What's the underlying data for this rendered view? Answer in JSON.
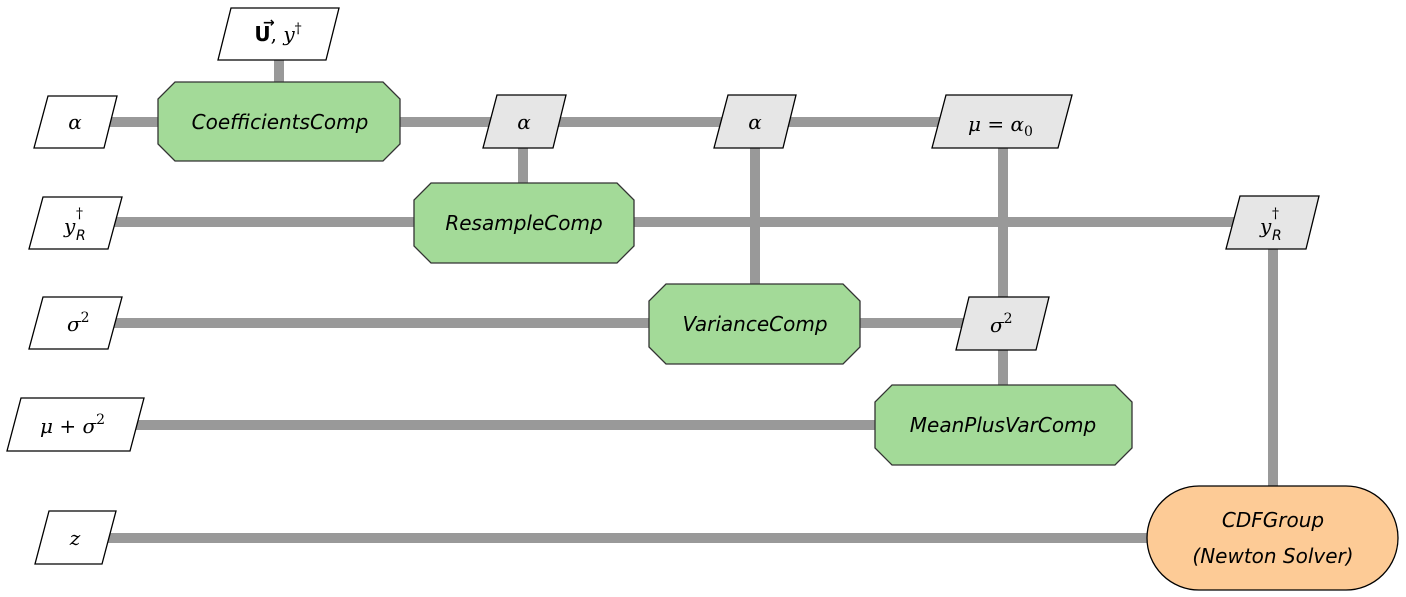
{
  "diagram": {
    "title": "",
    "colors": {
      "wire": "#999999",
      "input_fill": "#ffffff",
      "variable_fill": "#e6e6e6",
      "component_fill": "#a3da98",
      "group_fill": "#fdcb96",
      "outline": "#000000"
    },
    "inputs": {
      "u_y": {
        "vec": "U",
        "sep": ", ",
        "y": "y",
        "dagger": "†"
      },
      "alpha": {
        "text": "α"
      },
      "y_r": {
        "base": "y",
        "sup": "†",
        "sub": "R"
      },
      "sigma2": {
        "base": "σ",
        "sup": "2"
      },
      "mu_plus_sigma2": {
        "mu": "μ",
        "plus": " + ",
        "base": "σ",
        "sup": "2"
      },
      "z": {
        "text": "z"
      }
    },
    "variables": {
      "alpha_1": {
        "text": "α"
      },
      "alpha_2": {
        "text": "α"
      },
      "mu_alpha0": {
        "mu": "μ",
        "eq": " = ",
        "base": "α",
        "sub": "0"
      },
      "y_r_out": {
        "base": "y",
        "sup": "†",
        "sub": "R"
      },
      "sigma2_out": {
        "base": "σ",
        "sup": "2"
      }
    },
    "components": [
      {
        "id": "coefficients",
        "label": "CoefficientsComp"
      },
      {
        "id": "resample",
        "label": "ResampleComp"
      },
      {
        "id": "variance",
        "label": "VarianceComp"
      },
      {
        "id": "meanplusvar",
        "label": "MeanPlusVarComp"
      }
    ],
    "group": {
      "label": "CDFGroup",
      "sublabel": "(Newton Solver)"
    },
    "connections": [
      [
        "u_y",
        "coefficients"
      ],
      [
        "alpha",
        "coefficients"
      ],
      [
        "coefficients",
        "alpha_1"
      ],
      [
        "alpha_1",
        "resample"
      ],
      [
        "alpha_1",
        "alpha_2"
      ],
      [
        "alpha_2",
        "variance"
      ],
      [
        "alpha_2",
        "mu_alpha0"
      ],
      [
        "mu_alpha0",
        "sigma2_out"
      ],
      [
        "y_r",
        "resample"
      ],
      [
        "resample",
        "y_r_out"
      ],
      [
        "y_r_out",
        "group"
      ],
      [
        "sigma2",
        "variance"
      ],
      [
        "variance",
        "sigma2_out"
      ],
      [
        "sigma2_out",
        "meanplusvar"
      ],
      [
        "mu_plus_sigma2",
        "meanplusvar"
      ],
      [
        "z",
        "group"
      ]
    ]
  }
}
